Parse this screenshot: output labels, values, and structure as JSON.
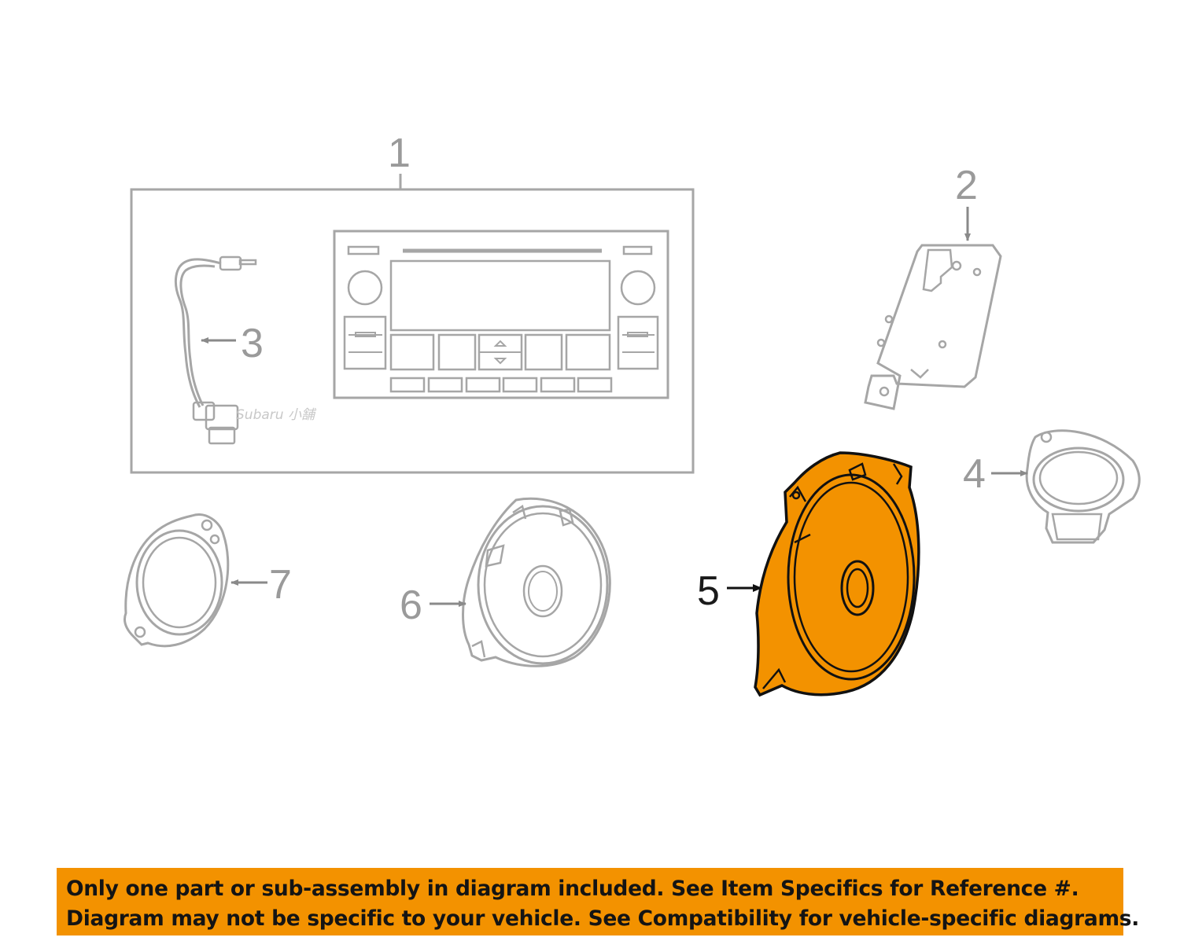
{
  "callouts": {
    "c1": "1",
    "c2": "2",
    "c3": "3",
    "c4": "4",
    "c5": "5",
    "c6": "6",
    "c7": "7"
  },
  "watermark": "Subaru 小舗",
  "highlighted_part": "5",
  "colors": {
    "highlight_fill": "#f39200",
    "line_gray": "#a6a6a6",
    "banner_bg": "#f39200",
    "banner_text": "#141414"
  },
  "banner": {
    "line1": "Only one part or sub-assembly in diagram included. See Item Specifics for Reference #.",
    "line2": "Diagram may not be specific to your vehicle. See Compatibility for vehicle-specific diagrams."
  }
}
